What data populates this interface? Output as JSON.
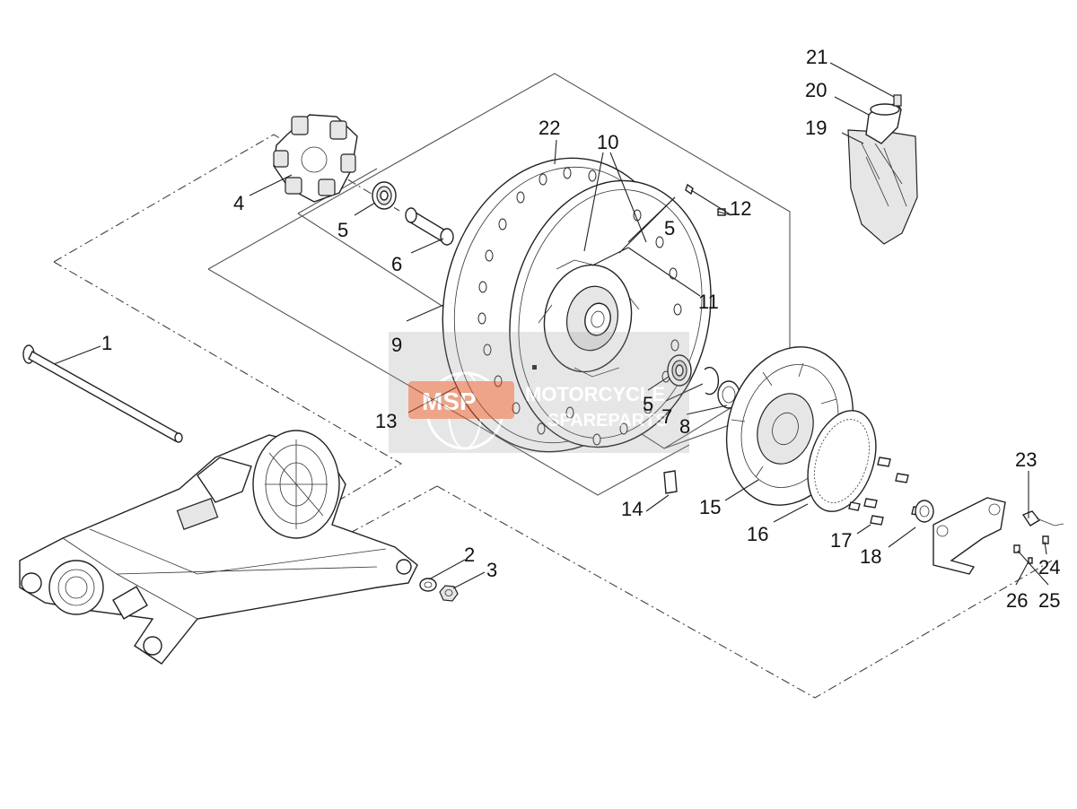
{
  "callouts": [
    {
      "id": "c1",
      "text": "1"
    },
    {
      "id": "c2",
      "text": "2"
    },
    {
      "id": "c3",
      "text": "3"
    },
    {
      "id": "c4",
      "text": "4"
    },
    {
      "id": "c5a",
      "text": "5"
    },
    {
      "id": "c5b",
      "text": "5"
    },
    {
      "id": "c5c",
      "text": "5"
    },
    {
      "id": "c6",
      "text": "6"
    },
    {
      "id": "c7",
      "text": "7"
    },
    {
      "id": "c8",
      "text": "8"
    },
    {
      "id": "c9",
      "text": "9"
    },
    {
      "id": "c10",
      "text": "10"
    },
    {
      "id": "c11",
      "text": "11"
    },
    {
      "id": "c12",
      "text": "12"
    },
    {
      "id": "c13",
      "text": "13"
    },
    {
      "id": "c14",
      "text": "14"
    },
    {
      "id": "c15",
      "text": "15"
    },
    {
      "id": "c16",
      "text": "16"
    },
    {
      "id": "c17",
      "text": "17"
    },
    {
      "id": "c18",
      "text": "18"
    },
    {
      "id": "c19",
      "text": "19"
    },
    {
      "id": "c20",
      "text": "20"
    },
    {
      "id": "c21",
      "text": "21"
    },
    {
      "id": "c22",
      "text": "22"
    },
    {
      "id": "c23",
      "text": "23"
    },
    {
      "id": "c24",
      "text": "24"
    },
    {
      "id": "c25",
      "text": "25"
    },
    {
      "id": "c26",
      "text": "26"
    }
  ],
  "watermark": {
    "line1": "MOTORCYCLE",
    "line2": "SPAREPARTS",
    "logo": "MSP",
    "color": "#e05a2a"
  }
}
